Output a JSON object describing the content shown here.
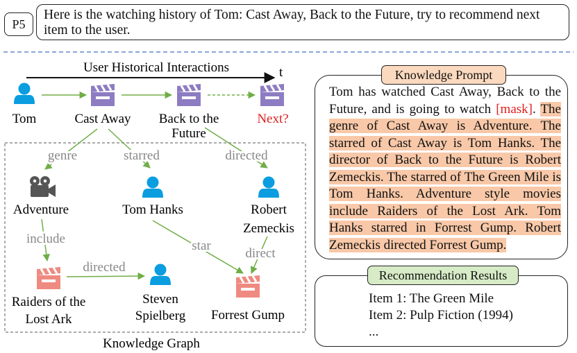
{
  "prompt": {
    "tag": "P5",
    "text": "Here is the watching history of Tom: Cast Away, Back to the Future, try to recommend next item to the user."
  },
  "timeline": {
    "title": "User Historical Interactions",
    "axis_label": "t",
    "nodes": [
      {
        "label": "Tom",
        "icon": "user-icon"
      },
      {
        "label": "Cast Away",
        "icon": "clapperboard-icon"
      },
      {
        "label": "Back to the Future",
        "icon": "clapperboard-icon"
      },
      {
        "label": "Next?",
        "icon": "clapperboard-icon"
      }
    ]
  },
  "graph": {
    "caption": "Knowledge Graph",
    "nodes": {
      "adventure": "Adventure",
      "tom_hanks": "Tom Hanks",
      "robert_zemeckis": "Robert Zemeckis",
      "raiders": "Raiders of the Lost Ark",
      "steven_spielberg": "Steven Spielberg",
      "forrest_gump": "Forrest Gump"
    },
    "edges": {
      "genre": "genre",
      "starred": "starred",
      "directed_top": "directed",
      "include": "include",
      "directed_bottom": "directed",
      "star": "star",
      "direct": "direct"
    }
  },
  "knowledge_prompt": {
    "title": "Knowledge Prompt",
    "intro_a": "Tom has watched Cast Away, Back to the Future,  and is going to watch ",
    "mask": "[mask]",
    "intro_b": ".",
    "facts": "The genre of Cast Away is Adventure. The starred of Cast Away is Tom Hanks. The director of Back to the Future is Robert Zemeckis. The starred of The Green Mile is Tom Hanks. Adventure style movies include Raiders of the Lost Ark. Tom Hanks starred in Forrest Gump. Robert Zemeckis directed Forrest Gump."
  },
  "recommendation": {
    "title": "Recommendation Results",
    "items": [
      "Item 1: The Green Mile",
      "Item 2: Pulp Fiction (1994)",
      "..."
    ]
  },
  "colors": {
    "edge_green": "#70ad47",
    "user_blue": "#0a9de0",
    "movie_purple": "#8e7cc3",
    "movie_red": "#ef8a80",
    "mask_red": "#e02020",
    "highlight": "#f8c8a8",
    "kp_title_bg": "#fbd9bf",
    "rr_title_bg": "#d6ebc6",
    "separator_blue": "#4472c4"
  }
}
